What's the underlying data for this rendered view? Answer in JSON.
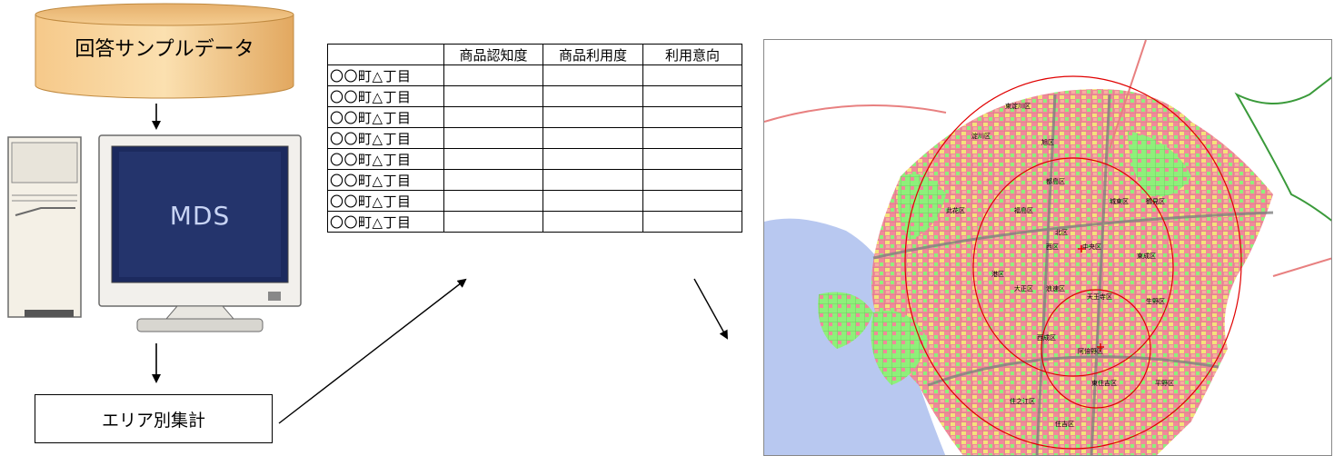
{
  "database": {
    "label": "回答サンプルデータ"
  },
  "computer": {
    "screen_text": "MDS"
  },
  "area_box": {
    "label": "エリア別集計"
  },
  "table": {
    "headers": [
      "",
      "商品認知度",
      "商品利用度",
      "利用意向"
    ],
    "rows": [
      [
        "〇〇町△丁目",
        "",
        "",
        ""
      ],
      [
        "〇〇町△丁目",
        "",
        "",
        ""
      ],
      [
        "〇〇町△丁目",
        "",
        "",
        ""
      ],
      [
        "〇〇町△丁目",
        "",
        "",
        ""
      ],
      [
        "〇〇町△丁目",
        "",
        "",
        ""
      ],
      [
        "〇〇町△丁目",
        "",
        "",
        ""
      ],
      [
        "〇〇町△丁目",
        "",
        "",
        ""
      ],
      [
        "〇〇町△丁目",
        "",
        "",
        ""
      ]
    ]
  },
  "map": {
    "ward_labels": [
      "東淀川区",
      "淀川区",
      "旭区",
      "都島区",
      "鶴見区",
      "城東区",
      "北区",
      "福島区",
      "此花区",
      "西区",
      "中央区",
      "東成区",
      "港区",
      "大正区",
      "浪速区",
      "天王寺区",
      "生野区",
      "西成区",
      "阿倍野区",
      "東住吉区",
      "平野区",
      "住之江区",
      "住吉区"
    ],
    "colors": {
      "sea": "#b8c8f0",
      "land_high": "#f08a9a",
      "land_mid": "#f4e27a",
      "land_low": "#8ef07a",
      "road": "#808080",
      "circle": "#e00000"
    }
  }
}
